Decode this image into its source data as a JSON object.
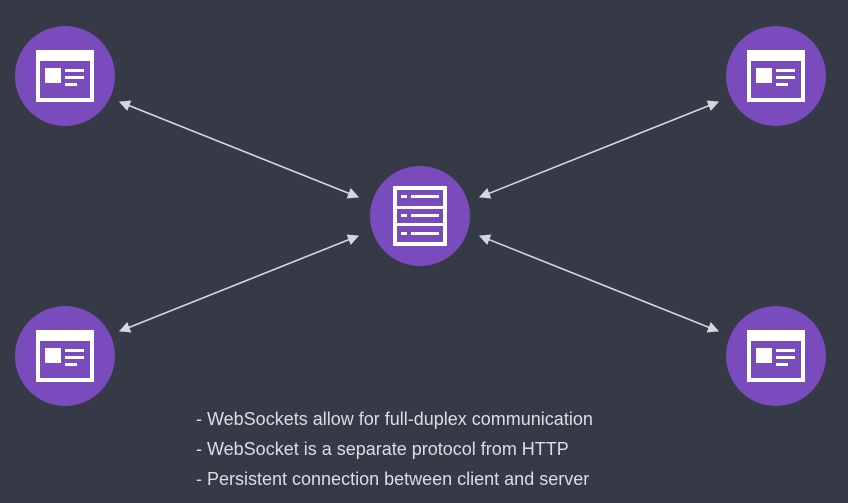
{
  "theme": {
    "background": "#363a46",
    "node_fill": "#7a4bbd",
    "icon_color": "#ffffff",
    "arrow_color": "#d6d7dc",
    "text_color": "#dcdde2"
  },
  "nodes": {
    "server": {
      "icon": "server-icon"
    },
    "clients": [
      {
        "id": "top-left",
        "icon": "browser-window-icon"
      },
      {
        "id": "top-right",
        "icon": "browser-window-icon"
      },
      {
        "id": "bottom-left",
        "icon": "browser-window-icon"
      },
      {
        "id": "bottom-right",
        "icon": "browser-window-icon"
      }
    ]
  },
  "connections": [
    {
      "from": "server",
      "to": "top-left",
      "bidirectional": true
    },
    {
      "from": "server",
      "to": "top-right",
      "bidirectional": true
    },
    {
      "from": "server",
      "to": "bottom-left",
      "bidirectional": true
    },
    {
      "from": "server",
      "to": "bottom-right",
      "bidirectional": true
    }
  ],
  "notes": [
    "- WebSockets allow for full-duplex communication",
    "- WebSocket is a separate protocol from HTTP",
    "- Persistent connection between client and server"
  ]
}
